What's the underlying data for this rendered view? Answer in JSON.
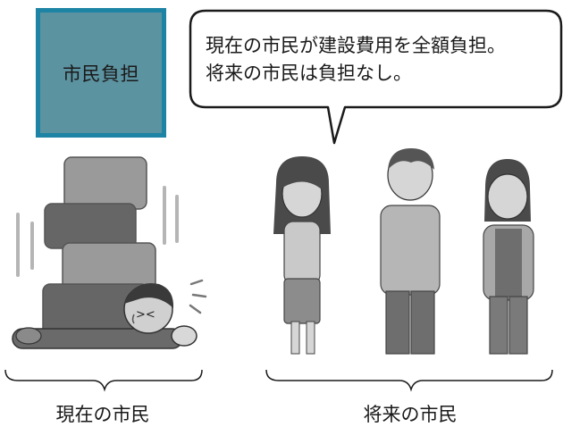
{
  "burden_box": {
    "label": "市民負担"
  },
  "speech_bubble": {
    "line1": "現在の市民が建設費用を全額負担。",
    "line2": "将来の市民は負担なし。"
  },
  "captions": {
    "current": "現在の市民",
    "future": "将来の市民"
  },
  "colors": {
    "box_border": "#1d84a5",
    "box_fill": "#5c93a1"
  }
}
